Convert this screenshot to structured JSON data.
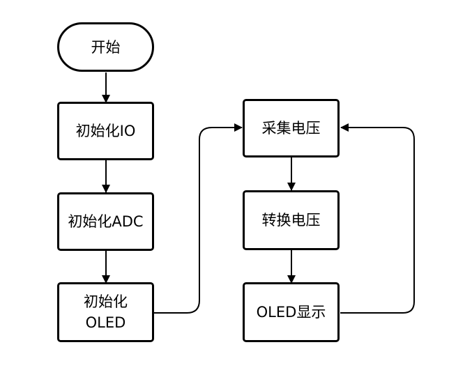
{
  "diagram": {
    "nodes": {
      "start": "开始",
      "init_io": "初始化IO",
      "init_adc": "初始化ADC",
      "init_oled": "初始化\nOLED",
      "sample_voltage": "采集电压",
      "convert_voltage": "转换电压",
      "oled_display": "OLED显示"
    },
    "colors": {
      "stroke": "#000000",
      "fill": "#ffffff",
      "text": "#000000"
    }
  }
}
